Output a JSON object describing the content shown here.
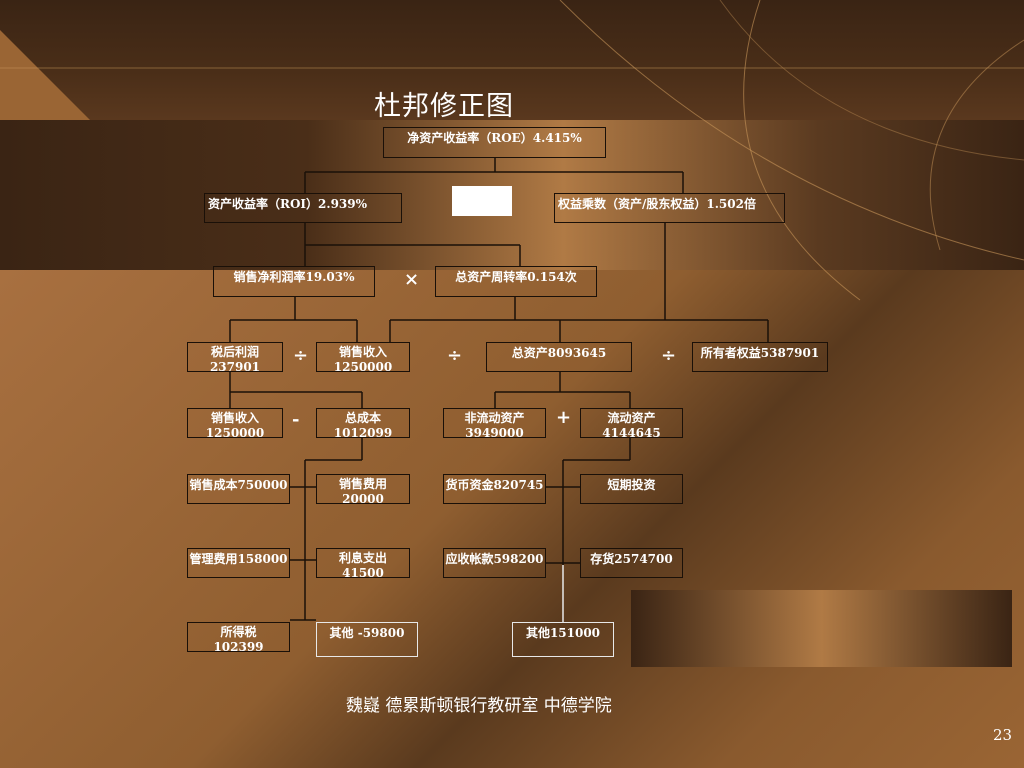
{
  "slide": {
    "title": "杜邦修正图",
    "footer": "魏嶷  德累斯顿银行教研室   中德学院",
    "page_number": "23"
  },
  "boxes": {
    "roe": "净资产收益率（ROE）4.415%",
    "roi": "资产收益率（ROI）2.939%",
    "equity_multiplier": "权益乘数（资产/股东权益）1.502倍",
    "net_margin": "销售净利润率19.03%",
    "asset_turnover": "总资产周转率0.154次",
    "net_profit": "税后利润\n237901",
    "sales_revenue_1": "销售收入\n1250000",
    "total_assets": "总资产8093645",
    "owners_equity": "所有者权益5387901",
    "sales_revenue_2": "销售收入\n1250000",
    "total_cost": "总成本\n1012099",
    "non_current_assets": "非流动资产\n3949000",
    "current_assets": "流动资产\n4144645",
    "cost_of_sales": "销售成本750000",
    "selling_expense": "销售费用\n20000",
    "cash": "货币资金820745",
    "short_investment": "短期投资",
    "admin_expense": "管理费用158000",
    "interest_expense": "利息支出\n41500",
    "receivables": "应收帐款598200",
    "inventory": "存货2574700",
    "income_tax": "所得税\n102399",
    "other_cost": "其他 -59800",
    "other_current": "其他151000"
  },
  "operators": {
    "multiply": "×",
    "divide_1": "÷",
    "divide_2": "÷",
    "divide_3": "÷",
    "minus": "-",
    "plus": "+"
  }
}
